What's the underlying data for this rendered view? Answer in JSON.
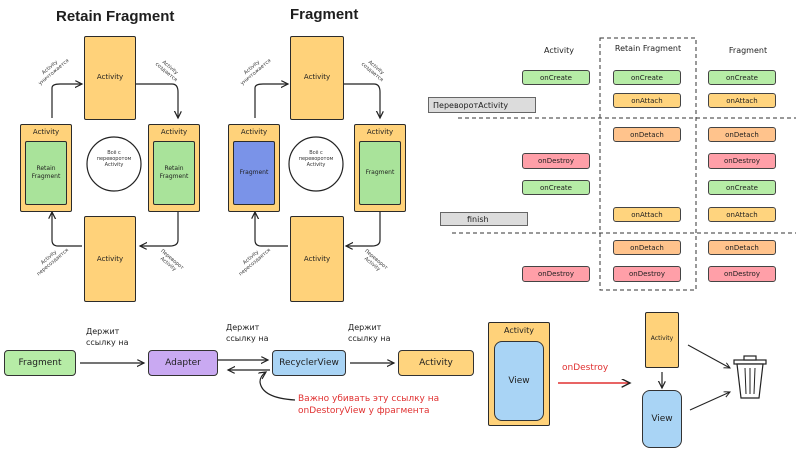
{
  "retain": {
    "title": "Retain Fragment",
    "activity": "Activity",
    "inner": "Retain Fragment",
    "center": "Всё с переворотом Activity",
    "edge_top_left": "Activity уничтожается",
    "edge_top_right": "Activity создается",
    "edge_bottom_right": "Переворот Activity",
    "edge_bottom_left": "Activity пересоздается"
  },
  "fragment": {
    "title": "Fragment",
    "activity": "Activity",
    "inner": "Fragment",
    "center": "Всё с переворотом Activity",
    "edge_top_left": "Activity уничтожается",
    "edge_top_right": "Activity создается",
    "edge_bottom_right": "Переворот Activity",
    "edge_bottom_left": "Activity пересоздается"
  },
  "lifecycle": {
    "headers": {
      "activity": "Activity",
      "retain": "Retain Fragment",
      "fragment": "Fragment"
    },
    "events": {
      "rotate": "ПереворотActivity",
      "finish": "finish"
    },
    "activity_col": [
      "onCreate",
      "onDestroy",
      "onCreate",
      "onDestroy"
    ],
    "retain_col": [
      "onCreate",
      "onAttach",
      "onDetach",
      "onAttach",
      "onDetach",
      "onDestroy"
    ],
    "fragment_col": [
      "onCreate",
      "onAttach",
      "onDetach",
      "onDestroy",
      "onCreate",
      "onAttach",
      "onDetach",
      "onDestroy"
    ]
  },
  "chain": {
    "fragment": "Fragment",
    "adapter": "Adapter",
    "recycler": "RecyclerView",
    "activity": "Activity",
    "edge1": "Держит ссылку на",
    "edge2": "Держит ссылку на",
    "edge3": "Держит ссылку на",
    "warning": "Важно убивать эту ссылку на onDestoryView у фрагмента"
  },
  "leak": {
    "activity": "Activity",
    "view": "View",
    "arrow_label": "onDestroy",
    "small_activity": "Activity",
    "small_view": "View",
    "trash_icon": "trash-can-icon"
  }
}
